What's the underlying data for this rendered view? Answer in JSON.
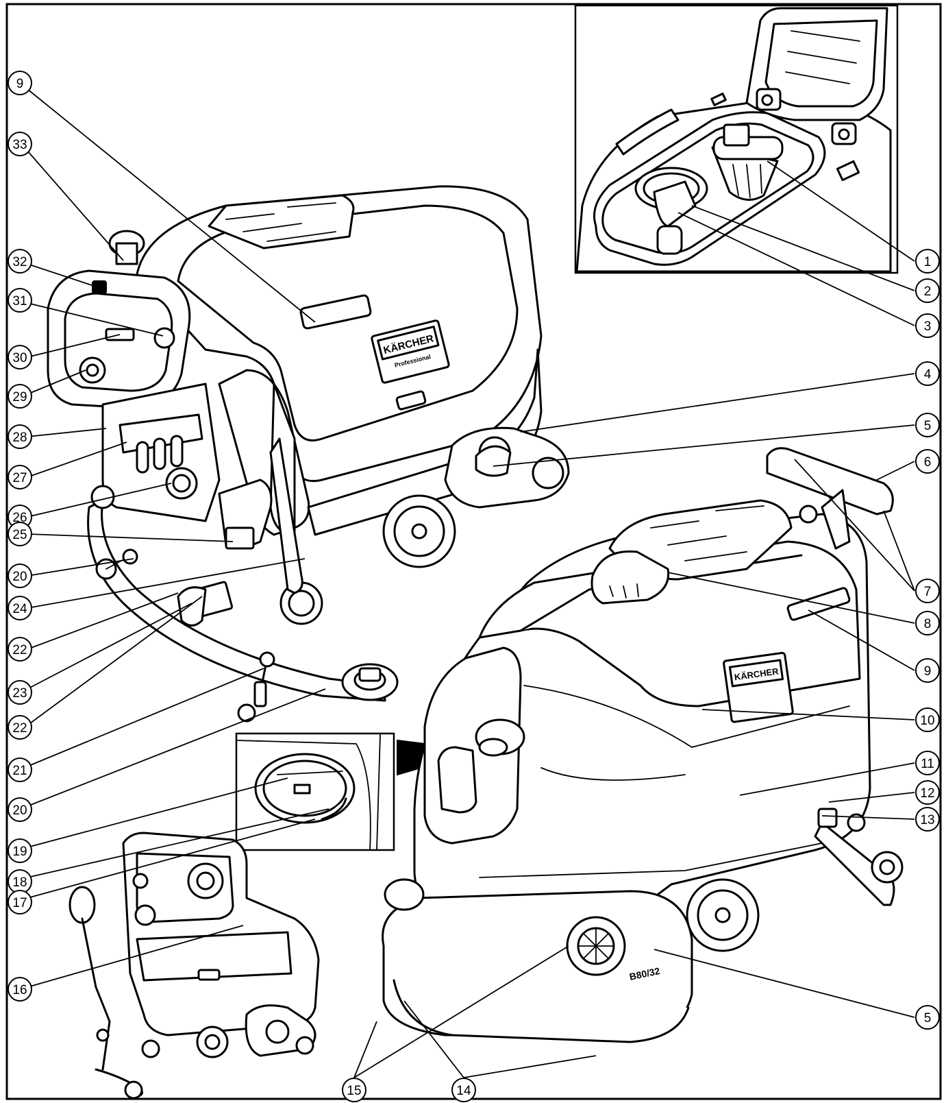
{
  "brand": {
    "name": "KÄRCHER",
    "subtitle": "Professional",
    "model_badge": "B80/32"
  },
  "callouts": [
    {
      "label": "1"
    },
    {
      "label": "2"
    },
    {
      "label": "3"
    },
    {
      "label": "4"
    },
    {
      "label": "5"
    },
    {
      "label": "6"
    },
    {
      "label": "7"
    },
    {
      "label": "8"
    },
    {
      "label": "9"
    },
    {
      "label": "10"
    },
    {
      "label": "11"
    },
    {
      "label": "12"
    },
    {
      "label": "13"
    },
    {
      "label": "5"
    },
    {
      "label": "9"
    },
    {
      "label": "33"
    },
    {
      "label": "32"
    },
    {
      "label": "31"
    },
    {
      "label": "30"
    },
    {
      "label": "29"
    },
    {
      "label": "28"
    },
    {
      "label": "27"
    },
    {
      "label": "26"
    },
    {
      "label": "25"
    },
    {
      "label": "20"
    },
    {
      "label": "24"
    },
    {
      "label": "22"
    },
    {
      "label": "23"
    },
    {
      "label": "22"
    },
    {
      "label": "21"
    },
    {
      "label": "20"
    },
    {
      "label": "19"
    },
    {
      "label": "18"
    },
    {
      "label": "17"
    },
    {
      "label": "16"
    },
    {
      "label": "15"
    },
    {
      "label": "14"
    }
  ]
}
